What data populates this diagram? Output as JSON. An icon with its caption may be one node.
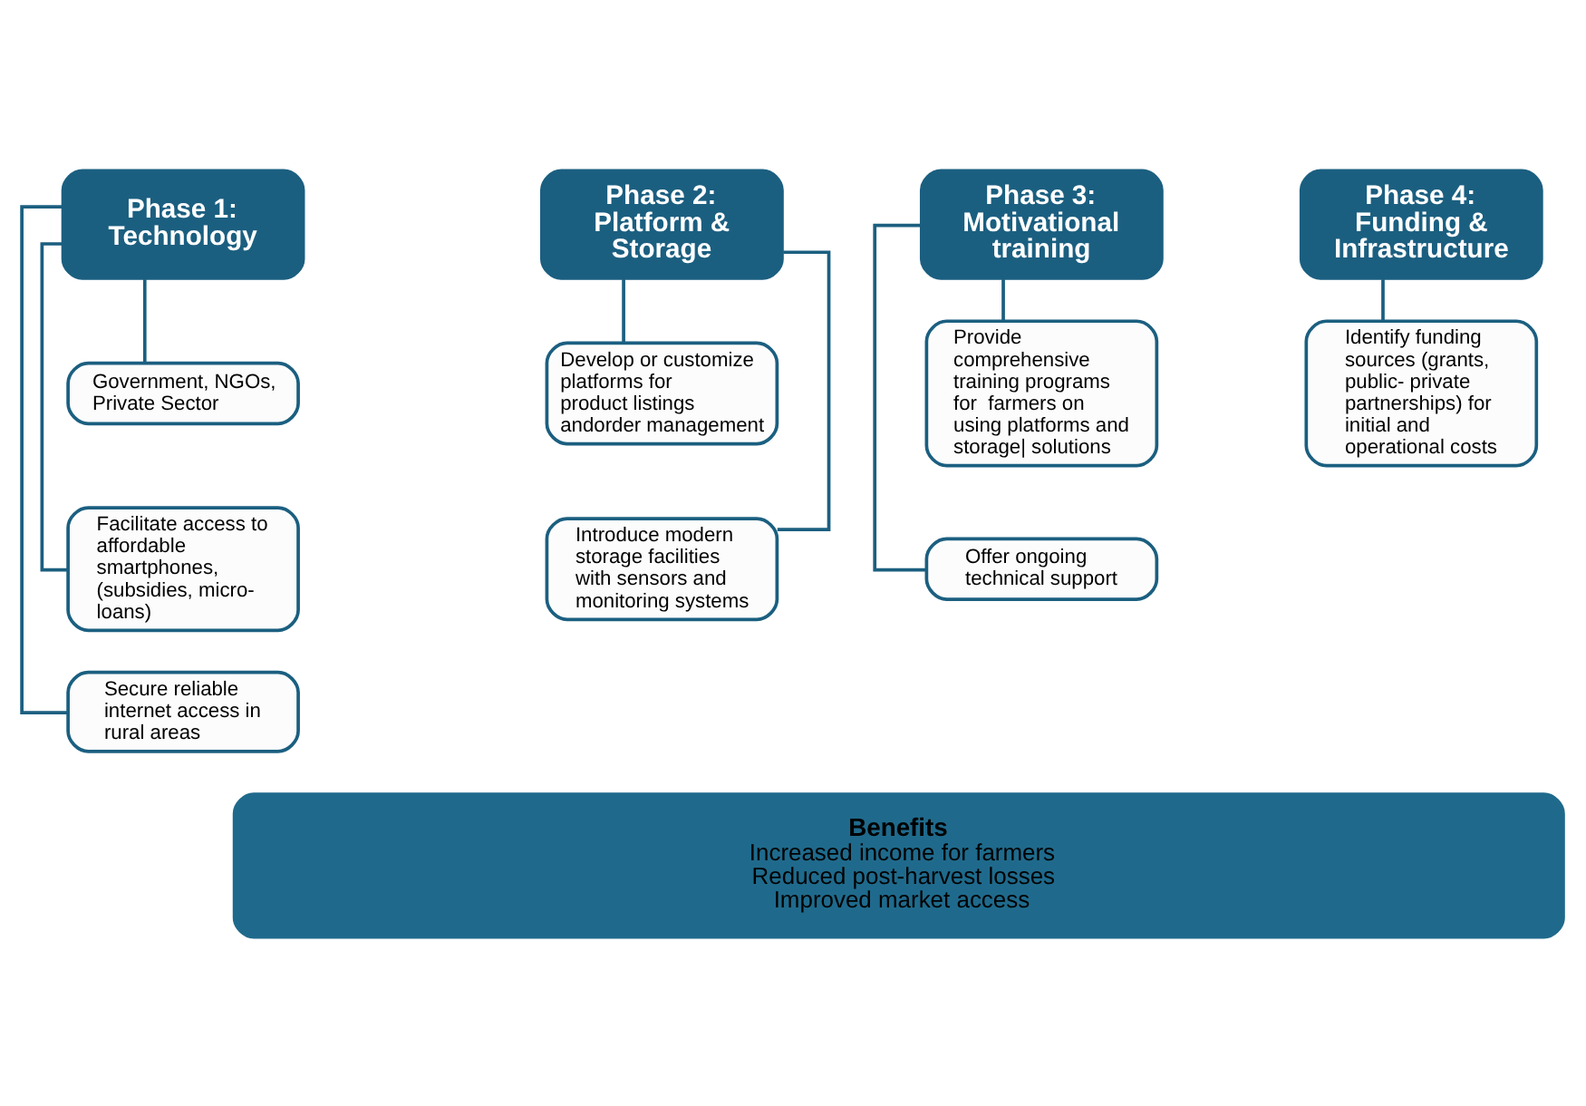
{
  "diagram": {
    "nodes": [
      {
        "text": [
          "Phase 1: Technology"
        ]
      },
      {
        "text": [
          "Government, NGOs, Private Sector"
        ]
      },
      {
        "text": [
          "Facilitate access to affordable smartphones, (subsidies, micro-loans)"
        ]
      },
      {
        "text": [
          "Secure reliable internet access in rural areas"
        ]
      },
      {
        "text": [
          "Phase 2: Platform & Storage"
        ]
      },
      {
        "text": [
          "Develop or customize platforms for product listings andorder management"
        ]
      },
      {
        "text": [
          "Introduce modern storage facilities with sensors and monitoring systems"
        ]
      },
      {
        "text": [
          "Phase 3: Motivational training"
        ]
      },
      {
        "text": [
          "Provide comprehensive training programs for  farmers on using platforms and storage| solutions"
        ]
      },
      {
        "text": [
          "Offer ongoing technical support"
        ]
      },
      {
        "text": [
          "Phase 4: Funding & Infrastructure"
        ]
      },
      {
        "text": [
          "Identify funding sources (grants, public- private partnerships) for initial and operational costs"
        ]
      },
      {
        "text": [
          "Benefits",
          "Increased income for farmers",
          "Reduced post-harvest losses",
          "Improved market access"
        ]
      }
    ],
    "edges": [
      {
        "from": 0,
        "to": 1,
        "arrow": "none"
      },
      {
        "from": 0,
        "to": 2,
        "arrow": "none"
      },
      {
        "from": 0,
        "to": 3,
        "arrow": "none"
      },
      {
        "from": 4,
        "to": 5,
        "arrow": "none"
      },
      {
        "from": 4,
        "to": 6,
        "arrow": "none"
      },
      {
        "from": 7,
        "to": 8,
        "arrow": "none"
      },
      {
        "from": 7,
        "to": 9,
        "arrow": "none"
      },
      {
        "from": 10,
        "to": 11,
        "arrow": "none"
      }
    ]
  }
}
